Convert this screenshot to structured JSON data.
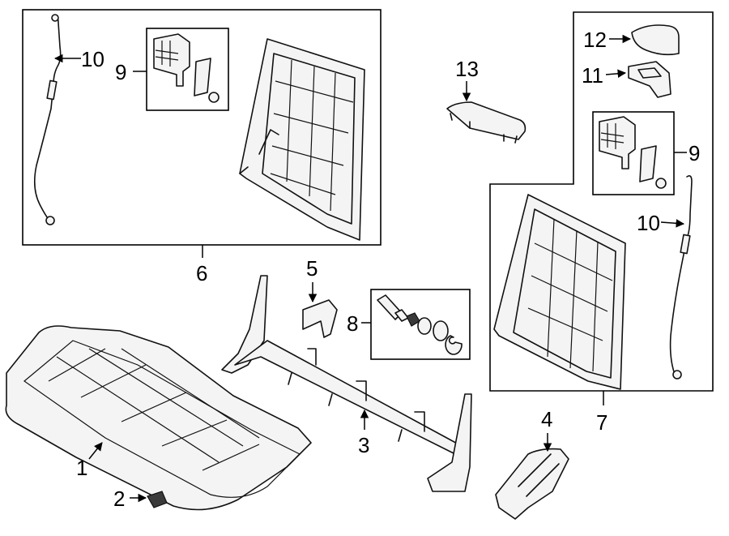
{
  "diagram": {
    "callouts": {
      "c1": "1",
      "c2": "2",
      "c3": "3",
      "c4": "4",
      "c5": "5",
      "c6": "6",
      "c7": "7",
      "c8": "8",
      "c9_left": "9",
      "c9_right": "9",
      "c10_left": "10",
      "c10_right": "10",
      "c11": "11",
      "c12": "12",
      "c13": "13"
    }
  }
}
